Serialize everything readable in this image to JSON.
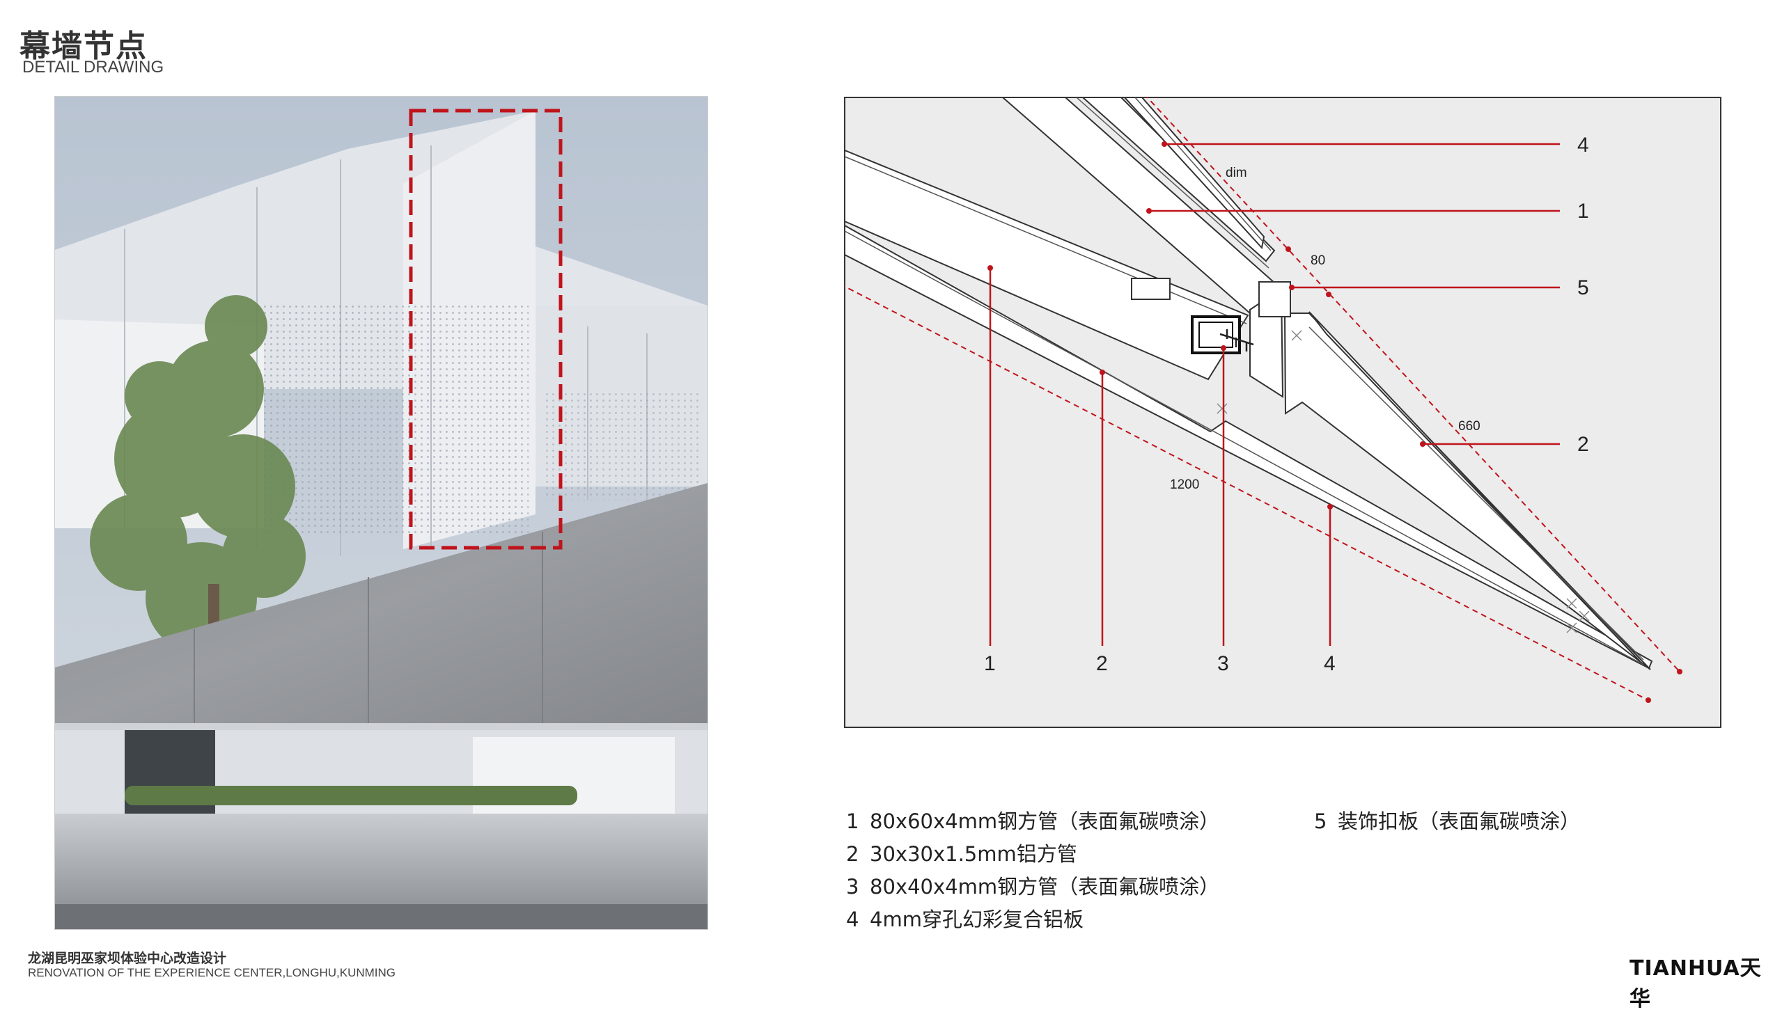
{
  "header": {
    "title_cn": "幕墙节点",
    "title_en": "DETAIL DRAWING"
  },
  "drawing": {
    "callouts_right": [
      "4",
      "1",
      "5",
      "2"
    ],
    "callouts_bottom": [
      "1",
      "2",
      "3",
      "4"
    ],
    "dims": {
      "d1": "dim",
      "d2": "80",
      "d3": "660",
      "d4": "1200"
    }
  },
  "legend": [
    {
      "num": "1",
      "text": "80x60x4mm钢方管（表面氟碳喷涂）"
    },
    {
      "num": "2",
      "text": "30x30x1.5mm铝方管"
    },
    {
      "num": "3",
      "text": "80x40x4mm钢方管（表面氟碳喷涂）"
    },
    {
      "num": "4",
      "text": "4mm穿孔幻彩复合铝板"
    },
    {
      "num": "5",
      "text": "装饰扣板（表面氟碳喷涂）"
    }
  ],
  "footer": {
    "project_cn": "龙湖昆明巫家坝体验中心改造设计",
    "project_en": "RENOVATION OF THE EXPERIENCE CENTER,LONGHU,KUNMING"
  },
  "brand": {
    "name": "TIANHUA天华"
  },
  "colors": {
    "accent_red": "#c0141c",
    "drawing_bg": "#ececec"
  }
}
